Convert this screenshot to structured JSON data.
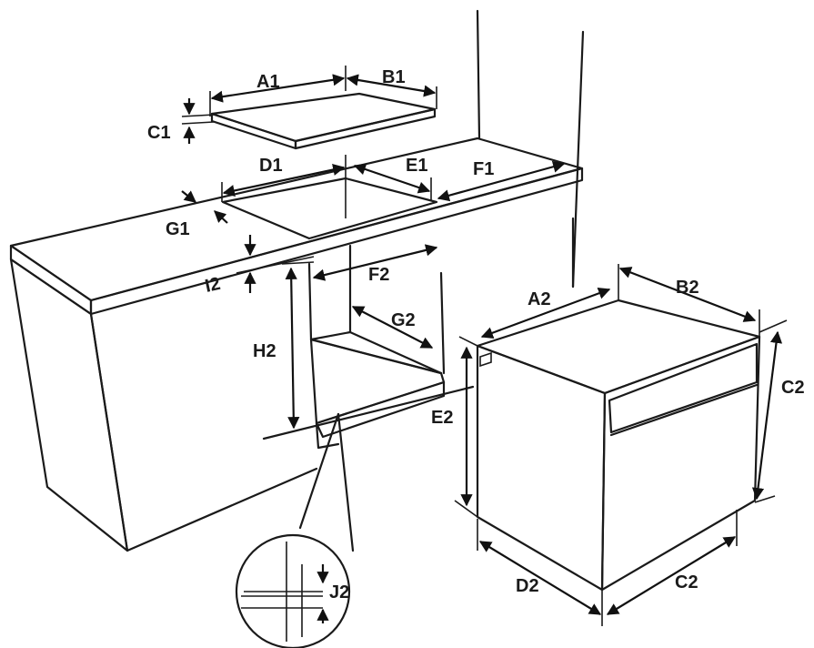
{
  "diagram": {
    "labels": {
      "A1": "A1",
      "B1": "B1",
      "C1": "C1",
      "D1": "D1",
      "E1": "E1",
      "F1": "F1",
      "G1": "G1",
      "I2": "I2",
      "F2": "F2",
      "G2": "G2",
      "H2": "H2",
      "A2": "A2",
      "B2": "B2",
      "C2_side": "C2",
      "E2": "E2",
      "D2": "D2",
      "C2_bottom": "C2",
      "J2": "J2"
    },
    "colors": {
      "line": "#1a1a1a",
      "background": "#ffffff",
      "worktop_dark": "#6e6e6e",
      "worktop_light": "#d9d9d9",
      "hob_glass": "#3a3a3a",
      "oven_steel_dark": "#555555",
      "oven_steel_light": "#e6e6e6"
    }
  }
}
